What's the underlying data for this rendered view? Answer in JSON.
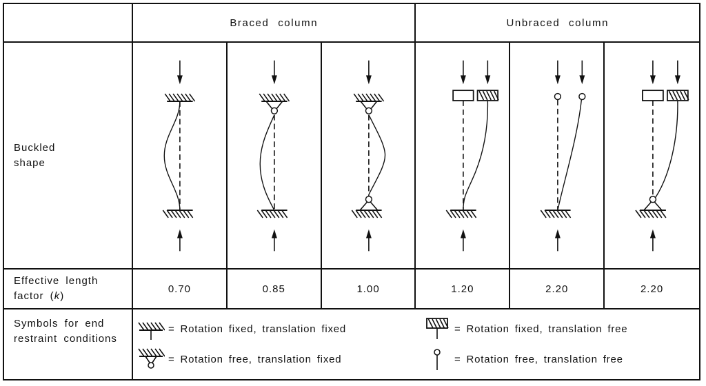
{
  "colors": {
    "ink": "#111111",
    "background": "#ffffff"
  },
  "headers": {
    "braced": "Braced column",
    "unbraced": "Unbraced column"
  },
  "row_labels": {
    "buckled_shape": "Buckled shape",
    "k_line1": "Effective length",
    "k_line2_pre": "factor (",
    "k_symbol": "k",
    "k_line2_post": ")",
    "symbols": "Symbols for end restraint conditions"
  },
  "columns": [
    {
      "group": "braced",
      "k": "0.70",
      "top": "fixed",
      "bottom": "fixed",
      "sway": false,
      "curve": "s-left"
    },
    {
      "group": "braced",
      "k": "0.85",
      "top": "pinned",
      "bottom": "fixed",
      "sway": false,
      "curve": "bow-left"
    },
    {
      "group": "braced",
      "k": "1.00",
      "top": "pinned",
      "bottom": "pinned",
      "sway": false,
      "curve": "bow-right"
    },
    {
      "group": "unbraced",
      "k": "1.20",
      "top": "trans-fixed",
      "bottom": "fixed",
      "sway": true,
      "curve": "sway-s"
    },
    {
      "group": "unbraced",
      "k": "2.20",
      "top": "trans-pinned",
      "bottom": "fixed",
      "sway": true,
      "curve": "sway-lean"
    },
    {
      "group": "unbraced",
      "k": "2.20",
      "top": "trans-fixed",
      "bottom": "pinned",
      "sway": true,
      "curve": "sway-bow"
    }
  ],
  "legend": [
    {
      "symbol": "fixed",
      "label": "= Rotation fixed, translation fixed"
    },
    {
      "symbol": "trans-fixed",
      "label": "= Rotation fixed, translation free"
    },
    {
      "symbol": "pinned",
      "label": "= Rotation free, translation fixed"
    },
    {
      "symbol": "trans-pinned",
      "label": "= Rotation free, translation free"
    }
  ]
}
